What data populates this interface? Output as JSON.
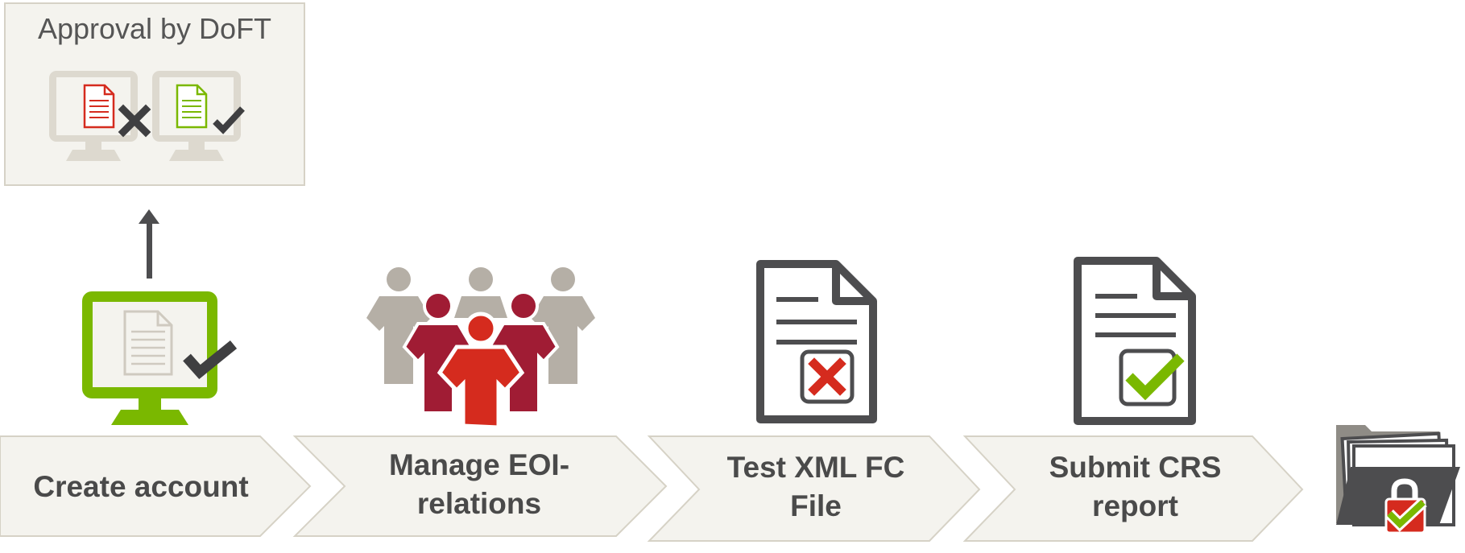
{
  "approval": {
    "title": "Approval by DoFT",
    "rejected_icon": "document-rejected-icon",
    "approved_icon": "document-approved-icon"
  },
  "steps": [
    {
      "label_lines": [
        "Create account"
      ],
      "icon": "monitor-document-check-icon"
    },
    {
      "label_lines": [
        "Manage EOI-",
        "relations"
      ],
      "icon": "people-group-icon"
    },
    {
      "label_lines": [
        "Test XML FC",
        "File"
      ],
      "icon": "document-cross-icon"
    },
    {
      "label_lines": [
        "Submit CRS",
        "report"
      ],
      "icon": "document-check-icon"
    }
  ],
  "final_icon": "secure-folder-check-icon",
  "colors": {
    "chevron_fill": "#f4f3ee",
    "chevron_stroke": "#d6d2c6",
    "green": "#7ab800",
    "red": "#d52b1e",
    "dark_red": "#a01c34",
    "dark_gray": "#4d4d4f",
    "light_gray": "#b5afa6"
  }
}
